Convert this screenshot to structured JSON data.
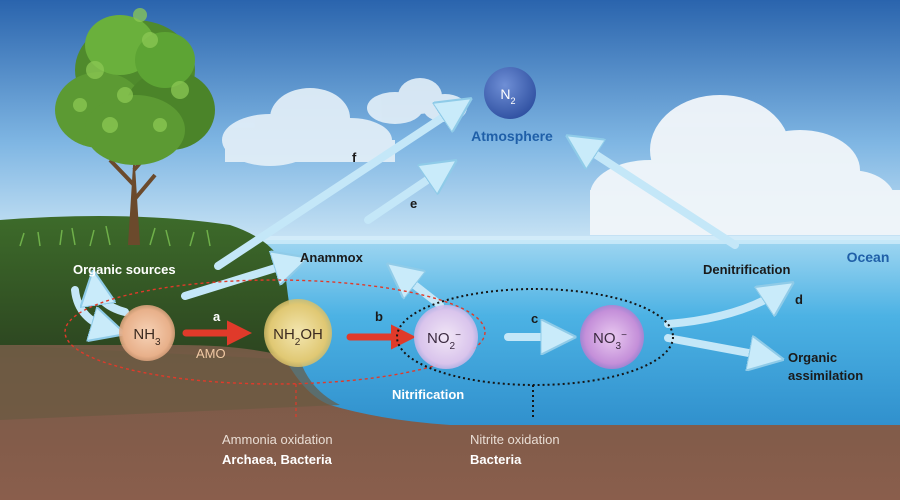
{
  "atmosphere": {
    "n2_symbol": "N",
    "n2_subscript": "2",
    "label": "Atmosphere"
  },
  "ocean": {
    "label": "Ocean"
  },
  "nodes": {
    "nh3": {
      "main": "NH",
      "sub": "3",
      "sup": ""
    },
    "nh2oh": {
      "main": "NH",
      "sub": "2",
      "tail": "OH"
    },
    "no2": {
      "main": "NO",
      "sub": "2",
      "sup": "−"
    },
    "no3": {
      "main": "NO",
      "sub": "3",
      "sup": "−"
    }
  },
  "labels": {
    "organic_sources": "Organic sources",
    "anammox": "Anammox",
    "denitrification": "Denitrification",
    "organic_assimilation_1": "Organic",
    "organic_assimilation_2": "assimilation",
    "nitrification": "Nitrification",
    "amo": "AMO"
  },
  "arrow_letters": {
    "a": "a",
    "b": "b",
    "c": "c",
    "d": "d",
    "e": "e",
    "f": "f"
  },
  "captions": {
    "ammonia_oxidation": "Ammonia oxidation",
    "ammonia_oxidizers": "Archaea, Bacteria",
    "nitrite_oxidation": "Nitrite oxidation",
    "nitrite_oxidizers": "Bacteria"
  },
  "colors": {
    "sky_top": "#2f6fb8",
    "sky_bottom": "#cfe6f6",
    "ocean": "#4fb3e3",
    "soil": "#7a5a4a",
    "grass": "#2f4d22",
    "arrow_blue": "#bfe4f6",
    "arrow_red": "#e03a2a",
    "label_blue": "#1f5fa8"
  }
}
